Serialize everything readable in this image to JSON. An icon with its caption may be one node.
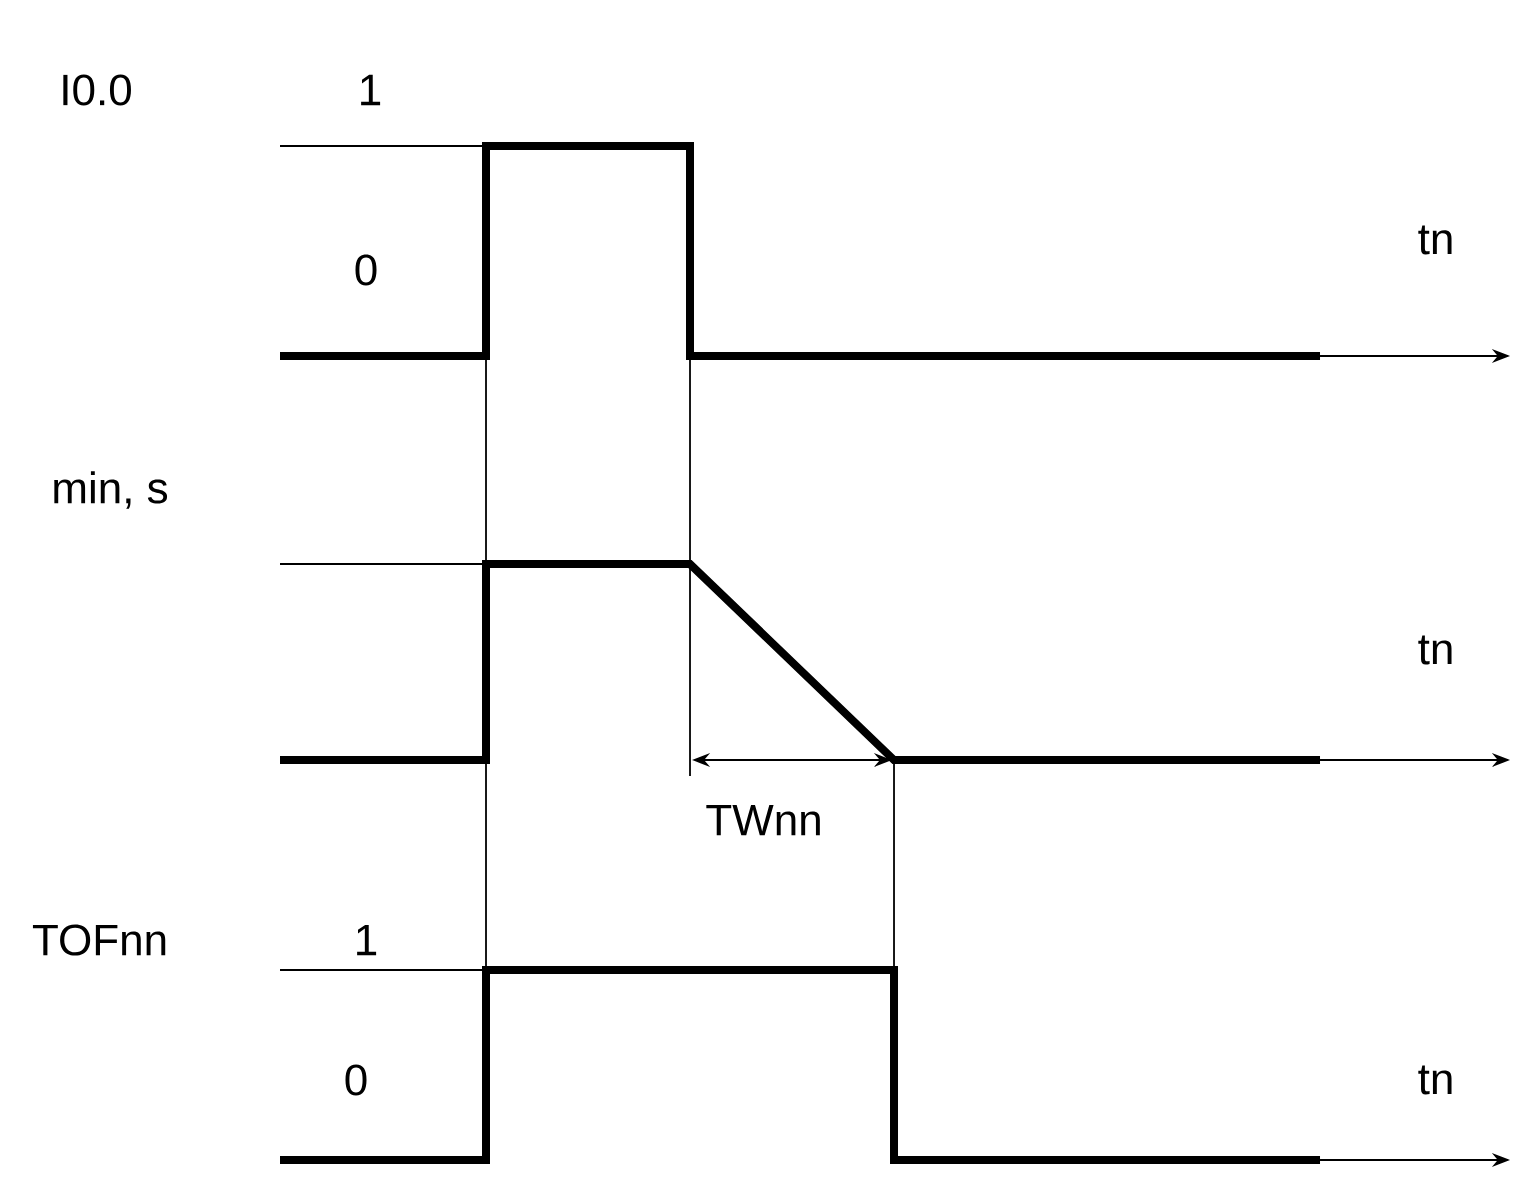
{
  "diagram": {
    "labels": [
      "I0.0",
      "1",
      "tn",
      "0",
      "min, s",
      "tn",
      "TWnn",
      "TOFnn",
      "1",
      "0",
      "tn"
    ]
  }
}
